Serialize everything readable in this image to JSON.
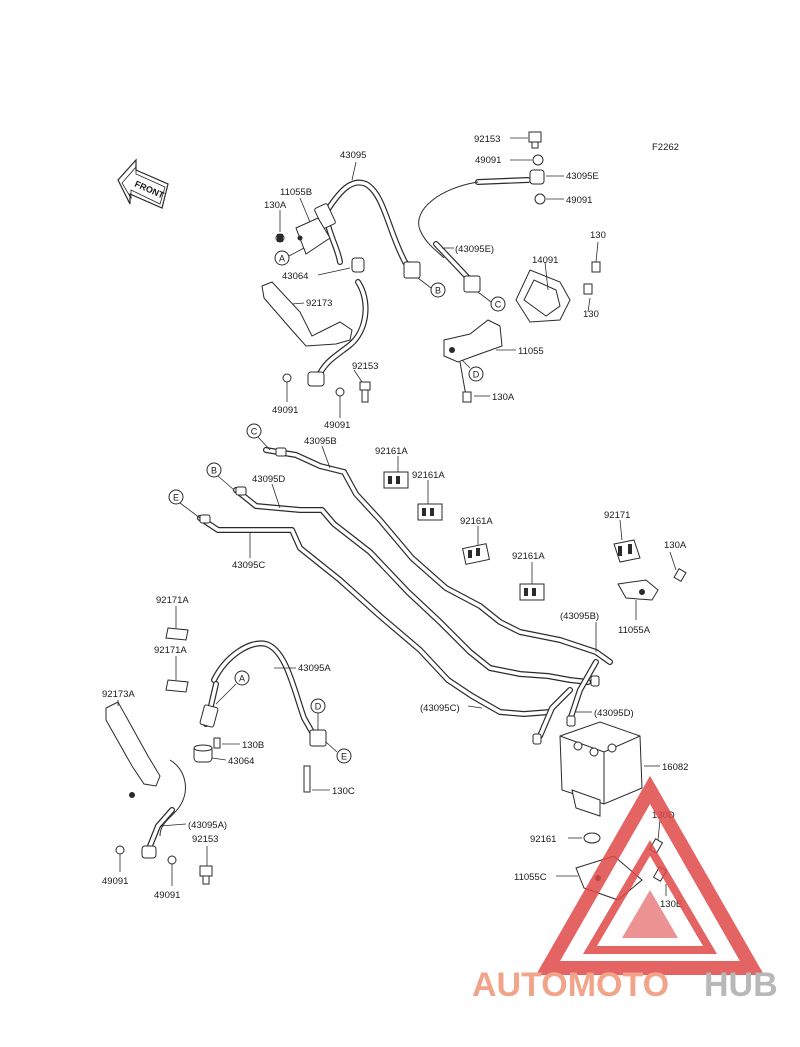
{
  "figure_code": "F2262",
  "front_arrow_label": "FRONT",
  "watermark": {
    "text_primary": "AUTOMOTO",
    "text_secondary": "HUB",
    "primary_color": "#f0a58a",
    "secondary_color": "#b8b8b8",
    "logo_color": "#e04848"
  },
  "callouts": {
    "a": "A",
    "b": "B",
    "c": "C",
    "d": "D",
    "e": "E"
  },
  "labels": {
    "l43095_top": "43095",
    "l11055B": "11055B",
    "l130A_top": "130A",
    "l43064_top": "43064",
    "l92173": "92173",
    "l92153_top": "92153",
    "l49091_top_left": "49091",
    "l49091_top_right": "49091",
    "l92153_r": "92153",
    "l49091_r1": "49091",
    "l43095E": "43095E",
    "l49091_r2": "49091",
    "l43095E_p": "(43095E)",
    "l14091": "14091",
    "l130_top": "130",
    "l130_mid": "130",
    "l11055": "11055",
    "l130A_mid": "130A",
    "l43095B": "43095B",
    "l92161A_1": "92161A",
    "l92161A_2": "92161A",
    "l43095D": "43095D",
    "l92161A_3": "92161A",
    "l92171": "92171",
    "l130A_r": "130A",
    "l92161A_4": "92161A",
    "l43095C": "43095C",
    "l11055A": "11055A",
    "l43095B_p": "(43095B)",
    "l92171A_1": "92171A",
    "l92171A_2": "92171A",
    "l43095A": "43095A",
    "l92173A": "92173A",
    "l130B": "130B",
    "l43064_bot": "43064",
    "l43095C_p": "(43095C)",
    "l43095D_p": "(43095D)",
    "l16082": "16082",
    "l130C": "130C",
    "l43095A_p": "(43095A)",
    "l92153_bot": "92153",
    "l92161": "92161",
    "l130D": "130D",
    "l49091_bl1": "49091",
    "l49091_bl2": "49091",
    "l11055C": "11055C",
    "l130E": "130E"
  }
}
